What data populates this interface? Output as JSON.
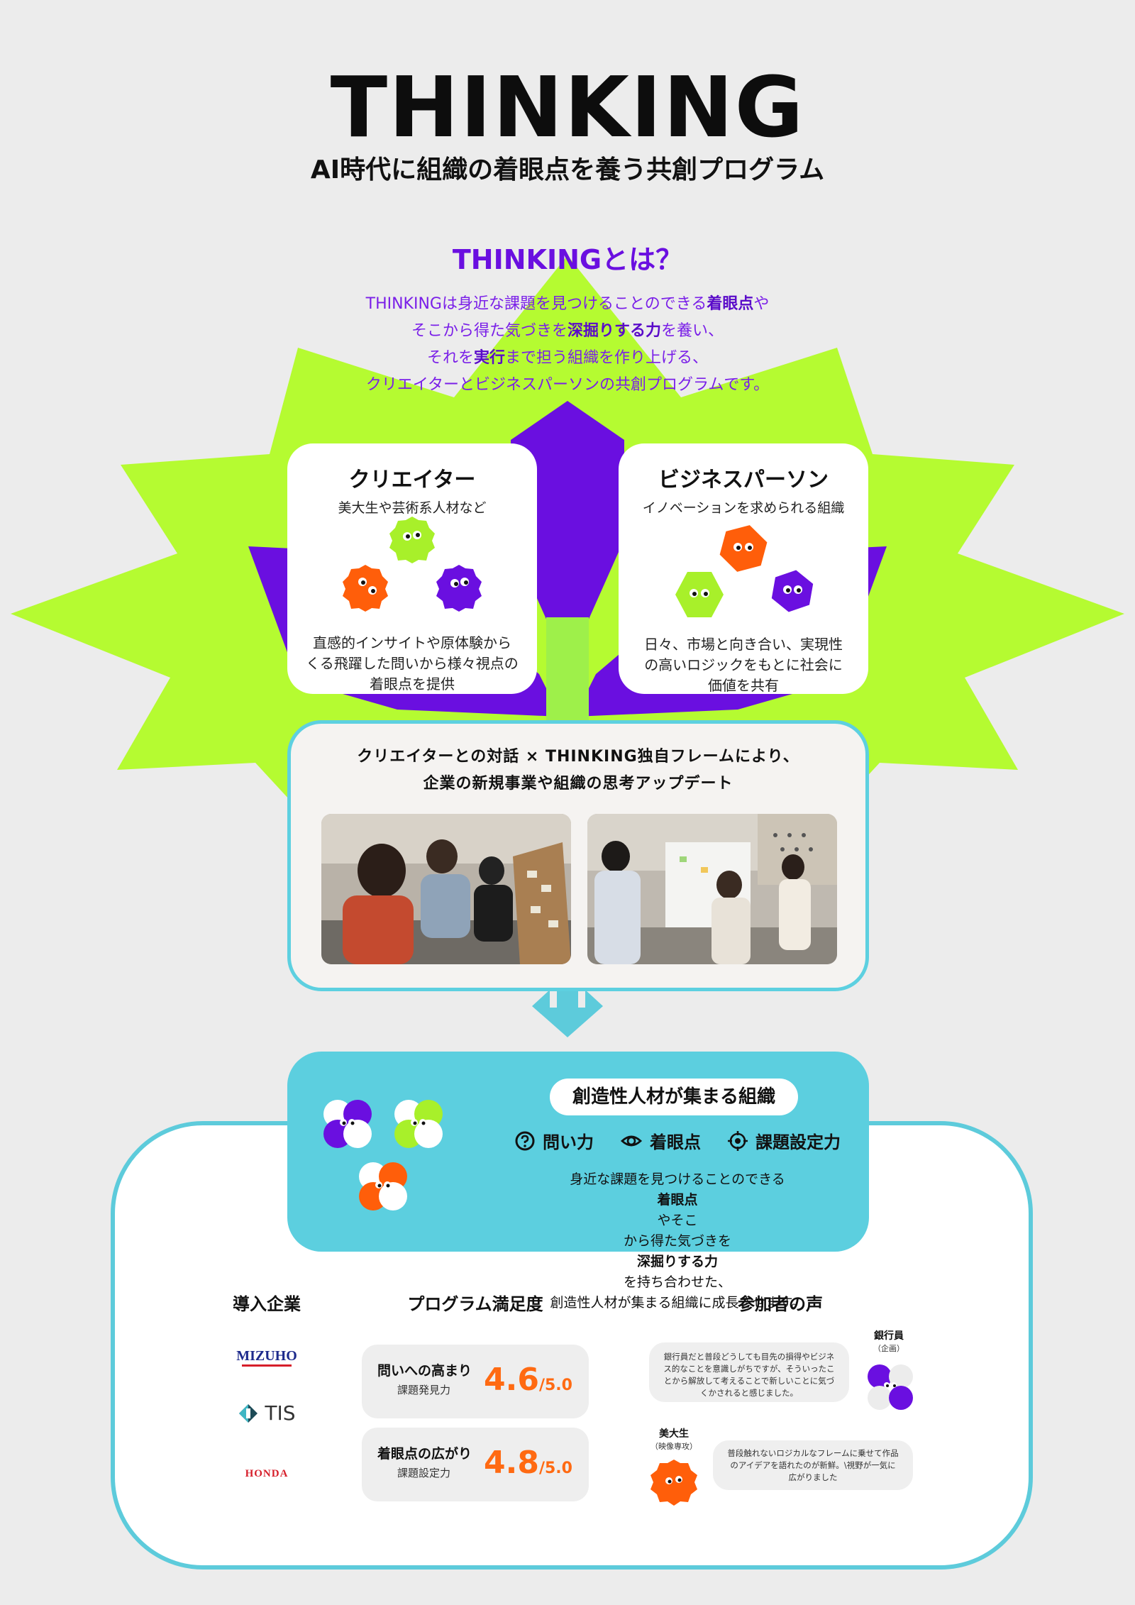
{
  "header": {
    "logo": "THINKING",
    "subtitle": "AI時代に組織の着眼点を養う共創プログラム"
  },
  "about": {
    "title": "THINKINGとは？",
    "lines": [
      {
        "a": "THINKINGは身近な課題を見つけることのできる",
        "b": "着眼点",
        "c": "や"
      },
      {
        "a": "そこから得た気づきを",
        "b": "深掘りする力",
        "c": "を養い、"
      },
      {
        "a": "それを",
        "b": "実行",
        "c": "まで担う組織を作り上げる、"
      },
      {
        "a": "クリエイターとビジネスパーソンの共創プログラムです。",
        "b": "",
        "c": ""
      }
    ]
  },
  "creator": {
    "title": "クリエイター",
    "sub": "美大生や芸術系人材など",
    "desc": [
      "直感的インサイトや原体験から",
      "くる飛躍した問いから様々視点の",
      "着眼点を提供"
    ]
  },
  "business": {
    "title": "ビジネスパーソン",
    "sub": "イノベーションを求められる組織",
    "desc": [
      "日々、市場と向き合い、実現性",
      "の高いロジックをもとに社会に",
      "価値を共有"
    ]
  },
  "dialogue": {
    "lines": [
      "クリエイターとの対話 × THINKING独自フレームにより、",
      "企業の新規事業や組織の思考アップデート"
    ]
  },
  "result": {
    "pill": "創造性人材が集まる組織",
    "abilities": [
      {
        "icon": "question-icon",
        "label": "問い力"
      },
      {
        "icon": "eye-icon",
        "label": "着眼点"
      },
      {
        "icon": "target-icon",
        "label": "課題設定力"
      }
    ],
    "desc": [
      {
        "a": "身近な課題を見つけることのできる",
        "b": "着眼点",
        "c": "やそこ"
      },
      {
        "a": "から得た気づきを",
        "b": "深掘りする力",
        "c": "を持ち合わせた、"
      },
      {
        "a": "創造性人材が集まる組織に成長させます。",
        "b": "",
        "c": ""
      }
    ]
  },
  "companies": {
    "title": "導入企業",
    "items": [
      "MIZUHO",
      "TIS",
      "HONDA"
    ]
  },
  "satisfaction": {
    "title": "プログラム満足度",
    "items": [
      {
        "label": "問いへの高まり",
        "sub": "課題発見力",
        "value": "4.6",
        "max": "/5.0"
      },
      {
        "label": "着眼点の広がり",
        "sub": "課題設定力",
        "value": "4.8",
        "max": "/5.0"
      }
    ]
  },
  "voices": {
    "title": "参加者の声",
    "items": [
      {
        "who": "銀行員",
        "role": "（企画）",
        "text": [
          "銀行員だと普段どうしても目先の損得やビジネ",
          "ス的なことを意識しがちですが、そういったこ",
          "とから解放して考えることで新しいことに気づ",
          "くかされると感じました。"
        ]
      },
      {
        "who": "美大生",
        "role": "（映像専攻）",
        "text": [
          "普段触れないロジカルなフレームに乗せて作品",
          "のアイデアを語れたのが新鮮。\\視野が一気に",
          "広がりました"
        ]
      }
    ]
  },
  "colors": {
    "lime": "#b6ff2e",
    "purple": "#6a0fe0",
    "orange": "#ff5e0a",
    "cyan": "#5ccfdf"
  }
}
